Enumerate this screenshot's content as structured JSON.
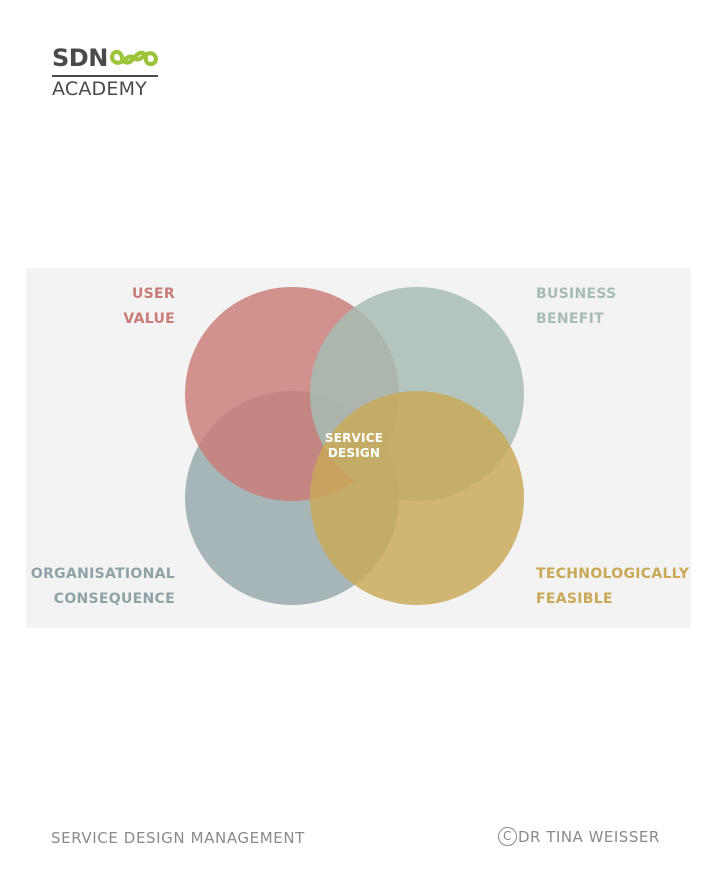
{
  "logo": {
    "top_text": "SDN",
    "bottom_text": "ACADEMY",
    "colors": {
      "text": "#4a4a4a",
      "infinity": "#9cc43a"
    }
  },
  "diagram": {
    "center_label": [
      "SERVICE",
      "DESIGN"
    ],
    "circles": [
      {
        "id": "user-value",
        "label_lines": [
          "USER",
          "VALUE"
        ],
        "color": "#c97b76",
        "label_position": "top-left"
      },
      {
        "id": "business-benefit",
        "label_lines": [
          "BUSINESS",
          "BENEFIT"
        ],
        "color": "#a7bcb4",
        "label_position": "top-right"
      },
      {
        "id": "organisational-consequence",
        "label_lines": [
          "ORGANISATIONAL",
          "CONSEQUENCE"
        ],
        "color": "#8fa3a6",
        "label_position": "bottom-left"
      },
      {
        "id": "technologically-feasible",
        "label_lines": [
          "TECHNOLOGICALLY",
          "FEASIBLE"
        ],
        "color": "#c9a857",
        "label_position": "bottom-right"
      }
    ],
    "background": "#f3f3f3"
  },
  "footer": {
    "left": "SERVICE DESIGN MANAGEMENT",
    "right_symbol": "C",
    "right_text": "DR TINA WEISSER"
  }
}
